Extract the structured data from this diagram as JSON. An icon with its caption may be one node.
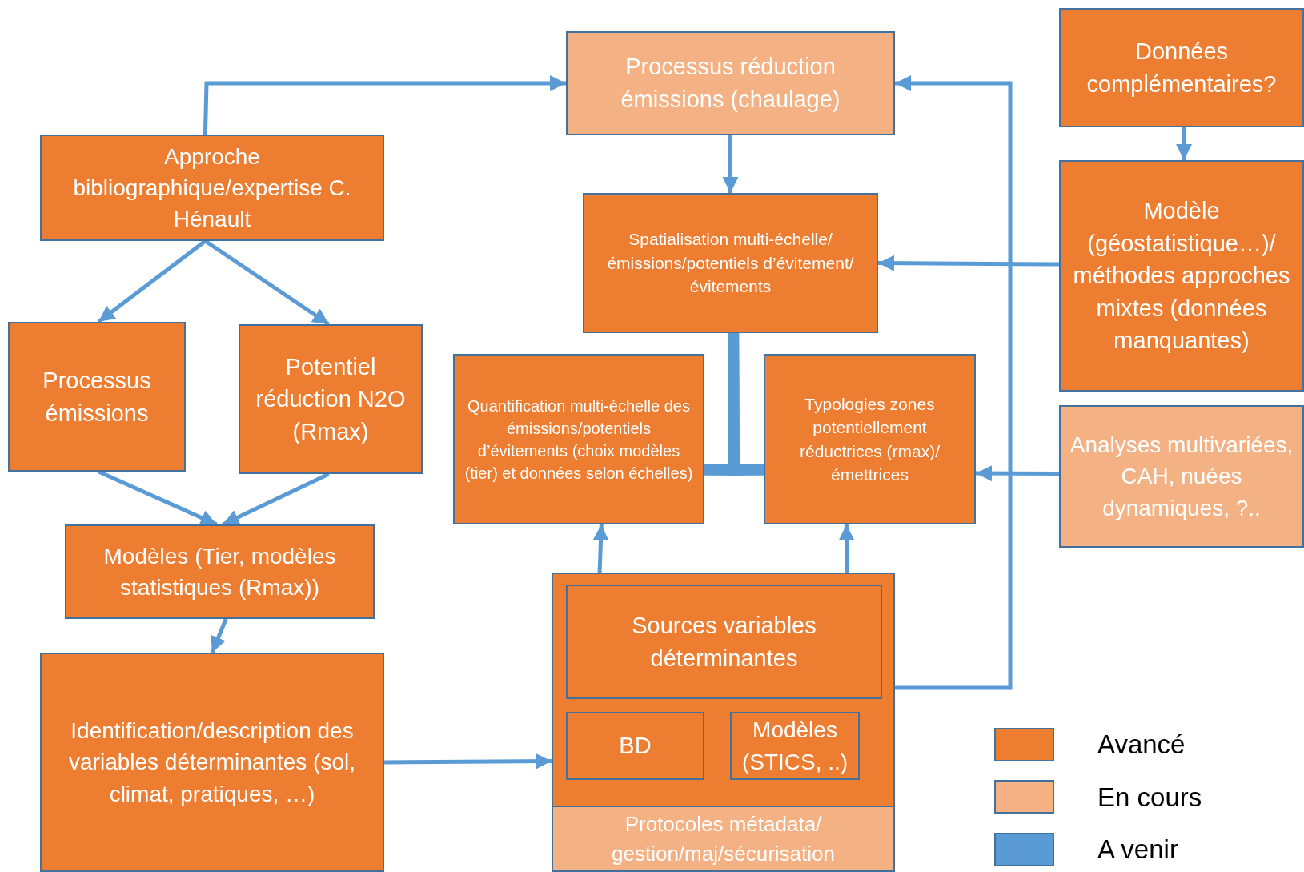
{
  "diagram": {
    "nodes": [
      {
        "text": [
          "Processus réduction émissions (chaulage)"
        ]
      },
      {
        "text": [
          "Données complémentaires?"
        ]
      },
      {
        "text": [
          "Approche bibliographique/expertise C. Hénault"
        ]
      },
      {
        "text": [
          "Spatialisation multi-échelle/émissions/potentiels d’évitement/évitements"
        ]
      },
      {
        "text": [
          "Modèle (géostatistique…)/ méthodes approches mixtes (données manquantes)"
        ]
      },
      {
        "text": [
          "Processus émissions"
        ]
      },
      {
        "text": [
          "Potentiel réduction N2O (Rmax)"
        ]
      },
      {
        "text": [
          "Quantification multi-échelle des émissions/potentiels d’évitements (choix modèles (tier) et données selon échelles)"
        ]
      },
      {
        "text": [
          "Typologies zones potentiellement réductrices (rmax)/ émettrices"
        ]
      },
      {
        "text": [
          "Analyses multivariées, CAH, nuées dynamiques, ?.."
        ]
      },
      {
        "text": [
          "Modèles (Tier, modèles statistiques (Rmax))"
        ]
      },
      {
        "text": [],
        "shape": "box"
      },
      {
        "text": [
          "Sources variables déterminantes"
        ],
        "in": 11
      },
      {
        "text": [
          "BD"
        ],
        "in": 11
      },
      {
        "text": [
          "Modèles (STICS, ..)"
        ],
        "in": 11
      },
      {
        "text": [
          "Protocoles métadata/ gestion/maj/sécurisation"
        ],
        "in": 11
      },
      {
        "text": [
          "Identification/description des variables déterminantes (sol, climat, pratiques, …)"
        ]
      }
    ],
    "edges": [
      {
        "from": 2,
        "to": 0,
        "arrow": "to"
      },
      {
        "from": 0,
        "to": 3,
        "arrow": "to"
      },
      {
        "from": 1,
        "to": 4,
        "arrow": "to"
      },
      {
        "from": 4,
        "to": 3,
        "arrow": "to"
      },
      {
        "from": 2,
        "to": 5,
        "arrow": "to"
      },
      {
        "from": 2,
        "to": 6,
        "arrow": "to"
      },
      {
        "from": 5,
        "to": 10,
        "arrow": "to"
      },
      {
        "from": 6,
        "to": 10,
        "arrow": "to"
      },
      {
        "from": 10,
        "to": 16,
        "arrow": "to"
      },
      {
        "from": 16,
        "to": 11,
        "arrow": "to"
      },
      {
        "from": 11,
        "to": 7,
        "arrow": "to"
      },
      {
        "from": 11,
        "to": 8,
        "arrow": "to"
      },
      {
        "from": 11,
        "to": 0,
        "arrow": "to"
      },
      {
        "from": 9,
        "to": 8,
        "arrow": "to"
      },
      {
        "from": 7,
        "to": 3,
        "arrow": "to",
        "style": "thick"
      },
      {
        "from": 8,
        "to": 3,
        "arrow": "to",
        "style": "thick"
      }
    ],
    "legend": [
      {
        "text": "Avancé",
        "color": "#ed7d31"
      },
      {
        "text": "En cours",
        "color": "#f4b183"
      },
      {
        "text": "A venir",
        "color": "#5b9bd5"
      }
    ]
  }
}
